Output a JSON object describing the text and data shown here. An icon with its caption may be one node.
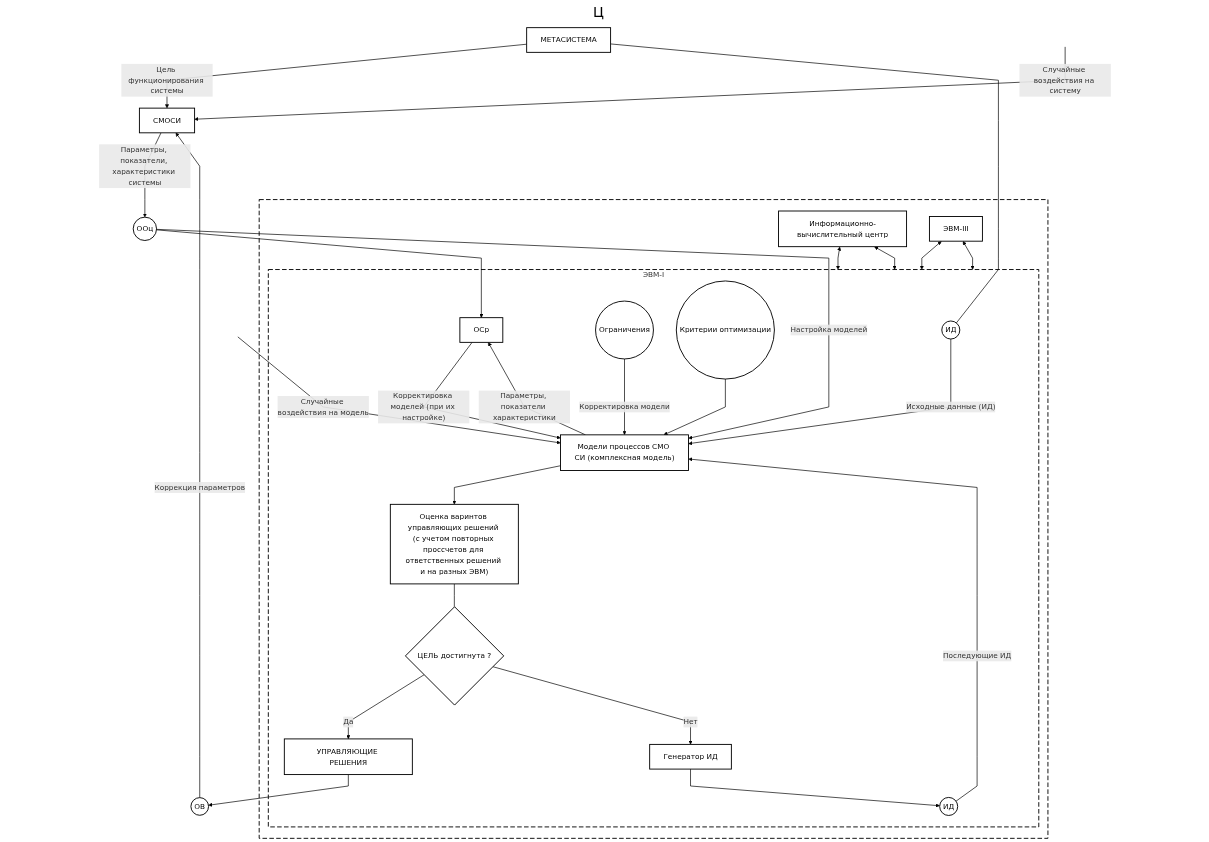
{
  "diagram": {
    "nodes": [
      {
        "text": [
          "МЕТАСИСТЕМА"
        ]
      },
      {
        "text": [
          "ОВ"
        ]
      },
      {
        "text": [
          "СМОСИ"
        ]
      },
      {
        "text": [
          "ООц"
        ]
      },
      {
        "text": [],
        "shape": "box"
      },
      {
        "text": [
          "Информационно-вычислительный центр"
        ],
        "in": 4
      },
      {
        "text": [
          "ЭВМ-I"
        ],
        "in": 4
      },
      {
        "text": [
          "ЭВМ-III"
        ],
        "in": 4
      },
      {
        "text": [
          "ИД"
        ],
        "in": 6
      },
      {
        "text": [
          "ИД"
        ],
        "in": 6
      },
      {
        "text": [
          "Генератор ИД"
        ],
        "in": 6
      },
      {
        "text": [
          "Ограничения"
        ],
        "in": 6
      },
      {
        "text": [
          "Критерии оптимизации"
        ],
        "in": 6
      },
      {
        "text": [
          "Модели процессов СМО СИ (комплексная модель)"
        ],
        "in": 6
      },
      {
        "text": [
          "ОСр"
        ],
        "in": 6
      },
      {
        "text": [
          "Оценка варинтов управляющих решений (с учетом повторных просcчетов для ответственных решений и на разных ЭВМ)"
        ],
        "in": 6
      },
      {
        "text": [
          "ЦЕЛЬ достигнута ?"
        ],
        "in": 6
      },
      {
        "text": [
          "УПРАВЛЯЮЩИЕ РЕШЕНИЯ"
        ],
        "in": 6
      }
    ],
    "edges": [
      {
        "from": 0,
        "to": 2,
        "arrow": "to",
        "label": "Цель функционирования системы"
      },
      {
        "from": null,
        "to": 2,
        "arrow": "to",
        "label": "Случайные воздействия на систему"
      },
      {
        "from": 1,
        "to": 2,
        "arrow": "to",
        "label": "Коррекция параметров"
      },
      {
        "from": 2,
        "to": 3,
        "arrow": "to",
        "label": "Параметры, показатели, характеристики системы"
      },
      {
        "from": 0,
        "to": 8,
        "arrow": "none"
      },
      {
        "from": 3,
        "to": 14,
        "arrow": "to"
      },
      {
        "from": 3,
        "to": 13,
        "arrow": "to",
        "label": "Настройка моделей"
      },
      {
        "from": 14,
        "to": 13,
        "arrow": "to",
        "label": "Корректировка моделей (при их настройке)"
      },
      {
        "from": 8,
        "to": 13,
        "arrow": "to",
        "label": "Исходные данные (ИД)"
      },
      {
        "from": 9,
        "to": 13,
        "arrow": "to",
        "label": "Последующие ИД"
      },
      {
        "from": 10,
        "to": 9,
        "arrow": "to"
      },
      {
        "from": 13,
        "to": 14,
        "arrow": "to",
        "label": "Параметры, показатели характеристики"
      },
      {
        "from": 13,
        "to": 15,
        "arrow": "to"
      },
      {
        "from": 15,
        "to": 16,
        "arrow": "none"
      },
      {
        "from": 16,
        "to": 17,
        "arrow": "to",
        "label": "Да"
      },
      {
        "from": 16,
        "to": 10,
        "arrow": "to",
        "label": "Нет"
      },
      {
        "from": 17,
        "to": 1,
        "arrow": "to"
      },
      {
        "from": 11,
        "to": 13,
        "arrow": "to",
        "label": "Корректировка модели"
      },
      {
        "from": 12,
        "to": 13,
        "arrow": "to"
      },
      {
        "from": null,
        "to": 13,
        "arrow": "to",
        "label": "Случайные воздействия на модель"
      },
      {
        "from": 5,
        "to": 6,
        "arrow": "both"
      },
      {
        "from": 5,
        "to": 6,
        "arrow": "both"
      },
      {
        "from": 6,
        "to": 7,
        "arrow": "both"
      },
      {
        "from": 6,
        "to": 7,
        "arrow": "both"
      }
    ],
    "labels": [
      "Ц"
    ]
  }
}
